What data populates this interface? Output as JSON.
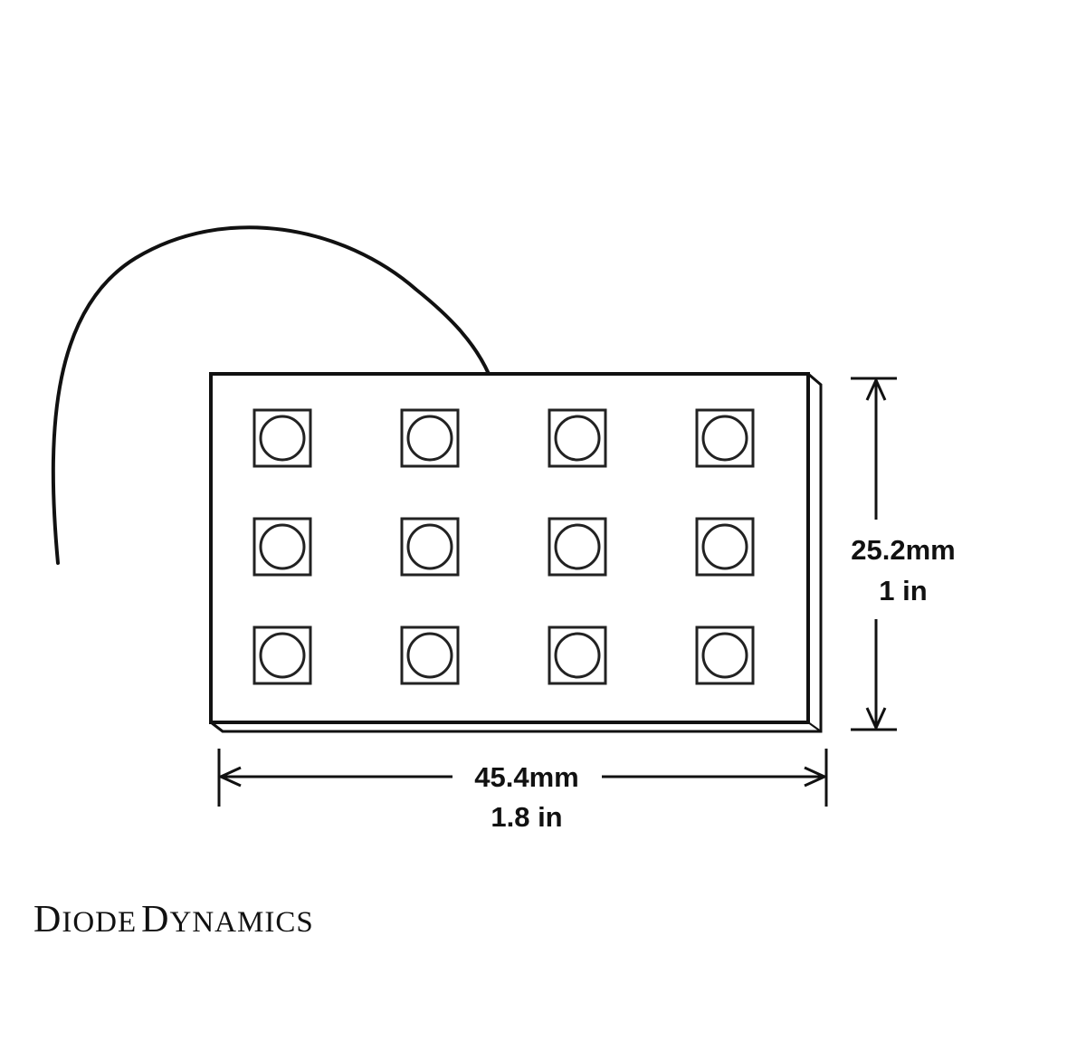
{
  "diagram": {
    "subject": "LED board with 12 LEDs (3 rows x 4 columns) and lead wire",
    "led_grid": {
      "rows": 3,
      "columns": 4,
      "count": 12
    },
    "dimensions": {
      "height": {
        "metric": "25.2mm",
        "imperial": "1 in"
      },
      "width": {
        "metric": "45.4mm",
        "imperial": "1.8 in"
      }
    },
    "colors": {
      "line": "#111111",
      "background": "#ffffff"
    }
  },
  "logo": {
    "word1_initial": "D",
    "word1_rest": "IODE",
    "word2_initial": "D",
    "word2_rest": "YNAMICS",
    "full": "Diode Dynamics"
  }
}
